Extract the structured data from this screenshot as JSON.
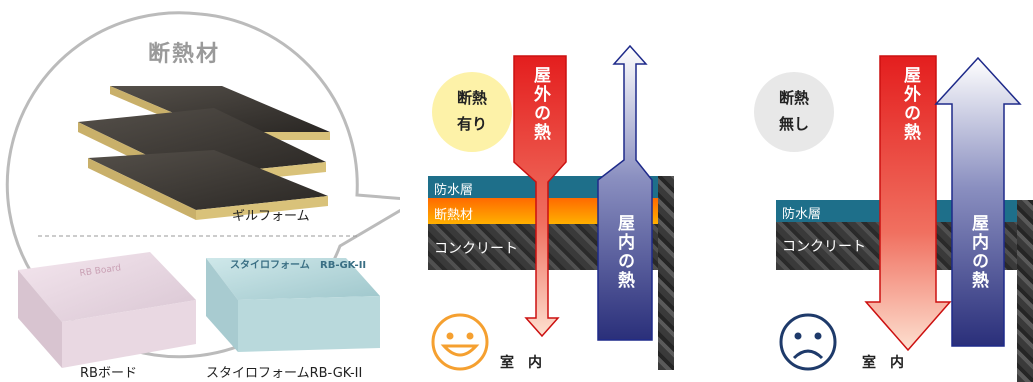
{
  "materials": {
    "title": "断熱材",
    "products": [
      {
        "label": "ギルフォーム"
      },
      {
        "label": "RBボード"
      },
      {
        "label": "スタイロフォームRB-GK-II"
      }
    ],
    "package_text_1": "スタイロフォーム",
    "package_text_2": "RB-GK-II"
  },
  "with_insulation": {
    "badge_line1": "断熱",
    "badge_line2": "有り",
    "layers": [
      "防水層",
      "断熱材",
      "コンクリート"
    ],
    "outside_heat": "屋外の熱",
    "inside_heat": "屋内の熱",
    "room": "室　内"
  },
  "without_insulation": {
    "badge_line1": "断熱",
    "badge_line2": "無し",
    "layers": [
      "防水層",
      "コンクリート"
    ],
    "outside_heat": "屋外の熱",
    "inside_heat": "屋内の熱",
    "room": "室　内"
  },
  "colors": {
    "waterproof": "#1e6f8a",
    "insulation_top": "#ff7a00",
    "concrete": "#3d3d3d",
    "red_arrow": "#e41e1e",
    "blue_arrow": "#2a2f7a",
    "smile": "#f5a030",
    "sad": "#1e3a6a",
    "badge_yes": "#fdf2a8",
    "badge_no": "#e8e8e8"
  }
}
